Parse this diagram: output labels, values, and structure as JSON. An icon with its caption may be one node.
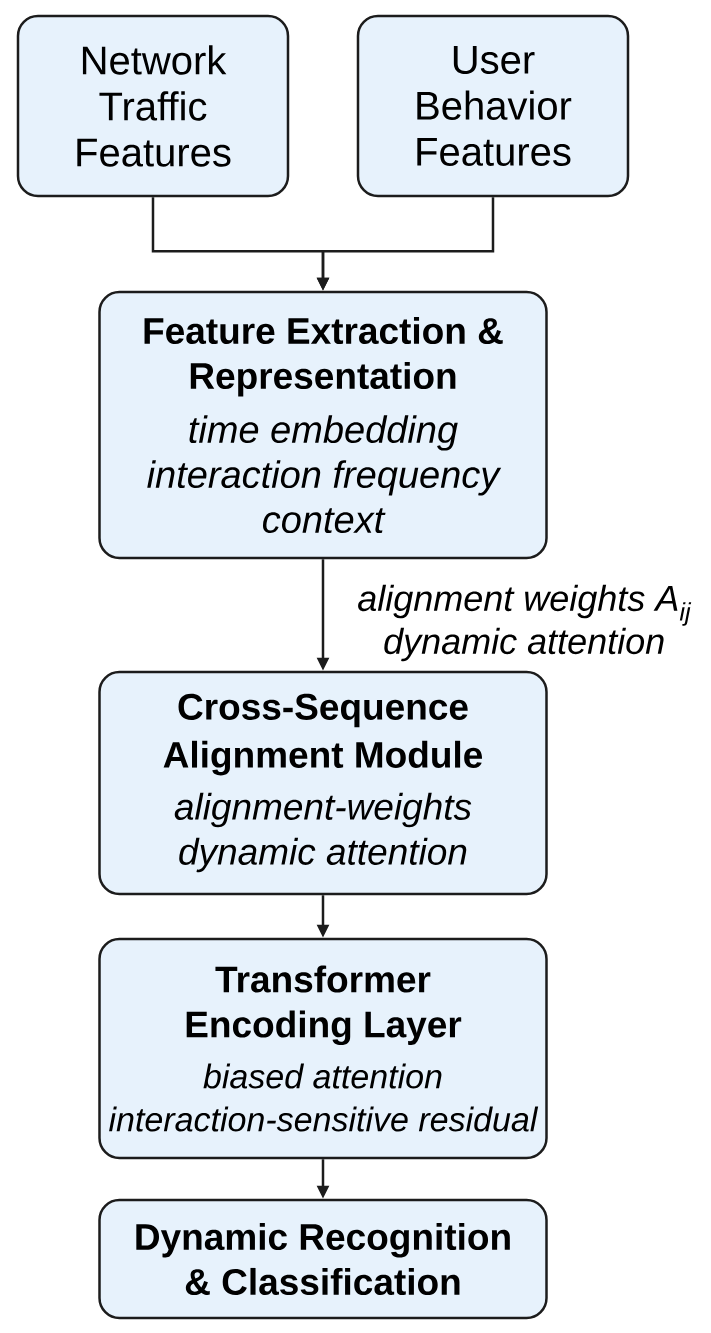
{
  "diagram": {
    "nodes": [
      {
        "text": [
          "Network Traffic Features"
        ]
      },
      {
        "text": [
          "User Behavior Features"
        ]
      },
      {
        "text": [
          "Feature Extraction & Representation",
          "time embedding interaction frequency context"
        ]
      },
      {
        "text": [
          "Cross-Sequence Alignment Module",
          "alignment-weights dynamic attention"
        ]
      },
      {
        "text": [
          "Transformer Encoding Layer",
          "biased attention interaction-sensitive residual"
        ]
      },
      {
        "text": [
          "Dynamic Recognition & Classification"
        ]
      }
    ],
    "edges": [
      {
        "from": 0,
        "to": 2,
        "arrow": "to"
      },
      {
        "from": 1,
        "to": 2,
        "arrow": "to"
      },
      {
        "from": 2,
        "to": 3,
        "arrow": "to",
        "label": "alignment weights A$_{ij}$ dynamic attention"
      },
      {
        "from": 3,
        "to": 4,
        "arrow": "to"
      },
      {
        "from": 4,
        "to": 5,
        "arrow": "to"
      }
    ]
  }
}
